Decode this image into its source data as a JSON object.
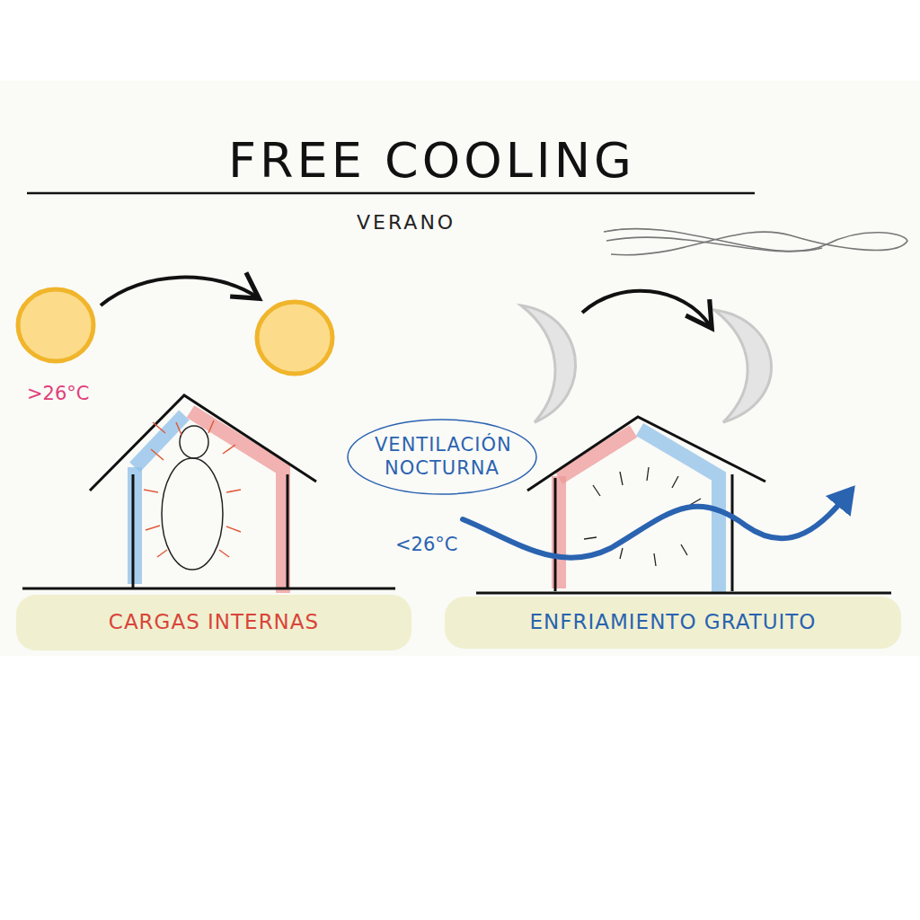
{
  "diagram": {
    "title": "FREE COOLING",
    "nodes": [
      {
        "text": [
          "VENTILACIÓN NOCTURNA"
        ]
      },
      {
        "text": [
          "CARGAS INTERNAS"
        ]
      },
      {
        "text": [
          "ENFRIAMIENTO GRATUITO"
        ]
      }
    ],
    "labels": [
      "VERANO",
      ">26°C",
      "<26°C"
    ]
  }
}
